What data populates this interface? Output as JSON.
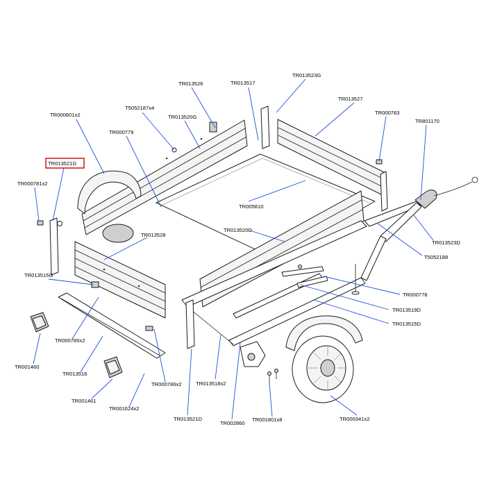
{
  "diagram": {
    "highlighted_part": "TR013521G",
    "colors": {
      "leader": "#1f4fd8",
      "highlight": "#d40000",
      "line": "#1a1a1a"
    },
    "labels": [
      {
        "key": "TR000601x2",
        "text": "TR000601x2"
      },
      {
        "key": "T5052187x4",
        "text": "T5052187x4"
      },
      {
        "key": "TR013526",
        "text": "TR013526"
      },
      {
        "key": "TR013517",
        "text": "TR013517"
      },
      {
        "key": "TR013523G",
        "text": "TR013523G"
      },
      {
        "key": "TR013527",
        "text": "TR013527"
      },
      {
        "key": "TR000783",
        "text": "TR000783"
      },
      {
        "key": "TR801170",
        "text": "TR801170"
      },
      {
        "key": "TR000779",
        "text": "TR000779"
      },
      {
        "key": "TR013520G",
        "text": "TR013520G"
      },
      {
        "key": "TR013521G",
        "text": "TR013521G"
      },
      {
        "key": "TR000781x2",
        "text": "TR000781x2"
      },
      {
        "key": "TR005810",
        "text": "TR005810"
      },
      {
        "key": "TR013523D",
        "text": "TR013523D"
      },
      {
        "key": "T5052188",
        "text": "T5052188"
      },
      {
        "key": "TR013528",
        "text": "TR013528"
      },
      {
        "key": "TR013520D",
        "text": "TR013520D"
      },
      {
        "key": "TR013515G",
        "text": "TR013515G"
      },
      {
        "key": "TR000778",
        "text": "TR000778"
      },
      {
        "key": "TR013519D",
        "text": "TR013519D"
      },
      {
        "key": "TR013515D",
        "text": "TR013515D"
      },
      {
        "key": "TR000785x2",
        "text": "TR000785x2"
      },
      {
        "key": "TR001460",
        "text": "TR001460"
      },
      {
        "key": "TR013516",
        "text": "TR013516"
      },
      {
        "key": "TR000786x2",
        "text": "TR000786x2"
      },
      {
        "key": "TR013518x2",
        "text": "TR013518x2"
      },
      {
        "key": "TR001461",
        "text": "TR001461"
      },
      {
        "key": "TR001624x2",
        "text": "TR001624x2"
      },
      {
        "key": "TR013521D",
        "text": "TR013521D"
      },
      {
        "key": "TR002860",
        "text": "TR002860"
      },
      {
        "key": "TR001801x8",
        "text": "TR001801x8"
      },
      {
        "key": "TR000341x2",
        "text": "TR000341x2"
      }
    ]
  }
}
